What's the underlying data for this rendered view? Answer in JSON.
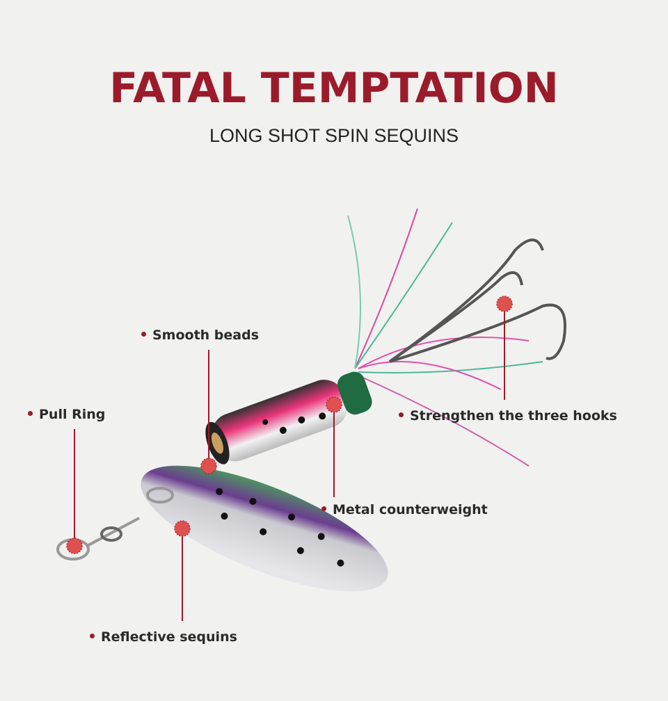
{
  "header": {
    "title": "FATAL TEMPTATION",
    "subtitle": "LONG SHOT SPIN SEQUINS"
  },
  "callouts": [
    {
      "label": "Smooth beads"
    },
    {
      "label": "Pull Ring"
    },
    {
      "label": "Strengthen the three hooks"
    },
    {
      "label": "Metal counterweight"
    },
    {
      "label": "Reflective sequins"
    }
  ],
  "colors": {
    "accent": "#9b1b2a",
    "text": "#2a2a2a",
    "background": "#f1f1f0"
  }
}
